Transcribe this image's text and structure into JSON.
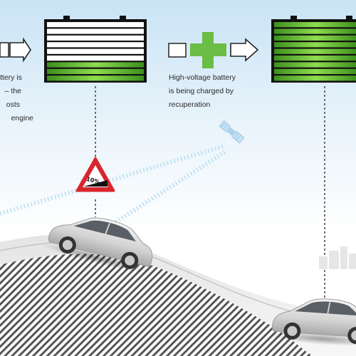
{
  "left_caption_lines": [
    "ttery is",
    "– the",
    "osts",
    "engine"
  ],
  "right_caption_lines": [
    "High-voltage battery",
    "is being charged by",
    "recuperation"
  ],
  "grade_sign_text": "10%",
  "colors": {
    "sky_top": "#cfe6f6",
    "sky_bottom": "#ffffff",
    "battery_green": "#5cb82e",
    "plus_green": "#6abd45",
    "sign_red": "#d8262e",
    "dashed_blue": "#b9dcf0"
  },
  "icons": [
    "arrow-right-icon",
    "plus-icon",
    "satellite-icon",
    "gradient-sign-icon",
    "car-icon"
  ]
}
